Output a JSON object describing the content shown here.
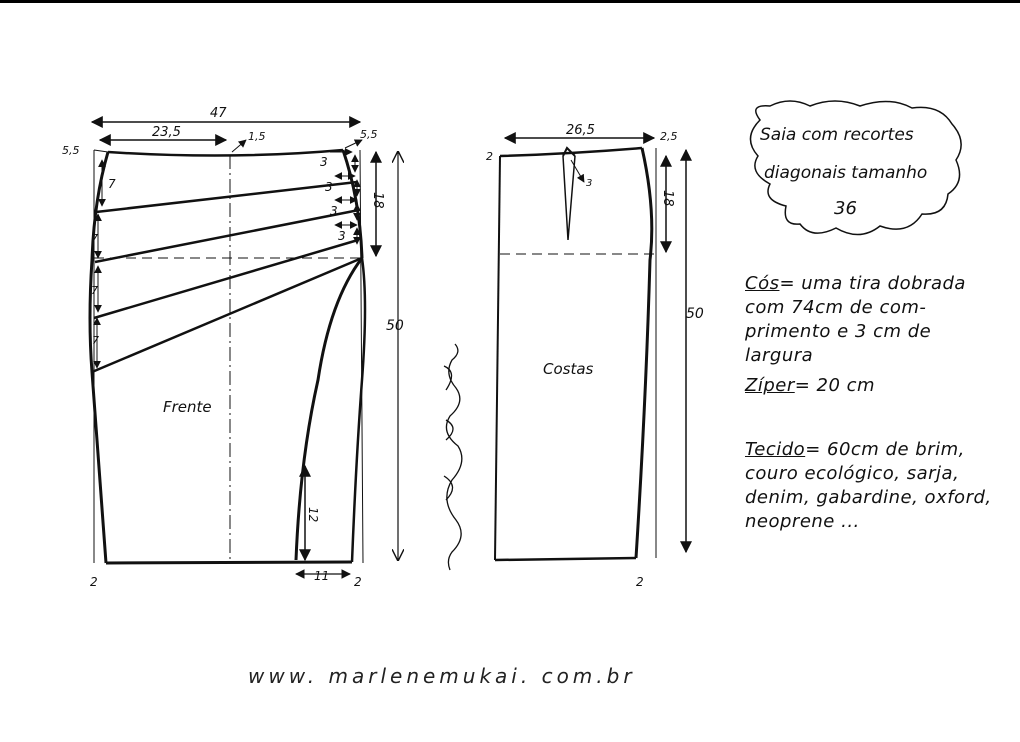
{
  "title": {
    "line1": "Saia com recortes",
    "line2": "diagonais tamanho",
    "line3": "36"
  },
  "front": {
    "label": "Frente",
    "total_width": "47",
    "half_width": "23,5",
    "center_mark": "1,5",
    "left_corner": "5,5",
    "right_corner": "5,5",
    "dart_sizes": [
      "3",
      "3",
      "3",
      "3"
    ],
    "panel_heights": [
      "7",
      "7",
      "7",
      "7"
    ],
    "hip_depth": "18",
    "length": "50",
    "slit_height": "12",
    "slit_width": "11",
    "hem_left": "2",
    "hem_right": "2"
  },
  "back": {
    "label": "Costas",
    "width": "26,5",
    "left_corner": "2",
    "right_corner": "2,5",
    "dart": "3",
    "hip_depth": "18",
    "length": "50",
    "hem_right": "2"
  },
  "notes": {
    "waistband_label": "Cós",
    "waistband_text": "= uma tira dobrada com 74cm de com-primento e 3 cm de largura",
    "zipper_label": "Zíper",
    "zipper_text": "= 20 cm",
    "fabric_label": "Tecido",
    "fabric_text": "= 60cm de brim, couro ecológico, sarja, denim, gabardine, oxford, neoprene ..."
  },
  "signature": "Marlene Mukai",
  "website": "www. marlenemukai. com.br"
}
